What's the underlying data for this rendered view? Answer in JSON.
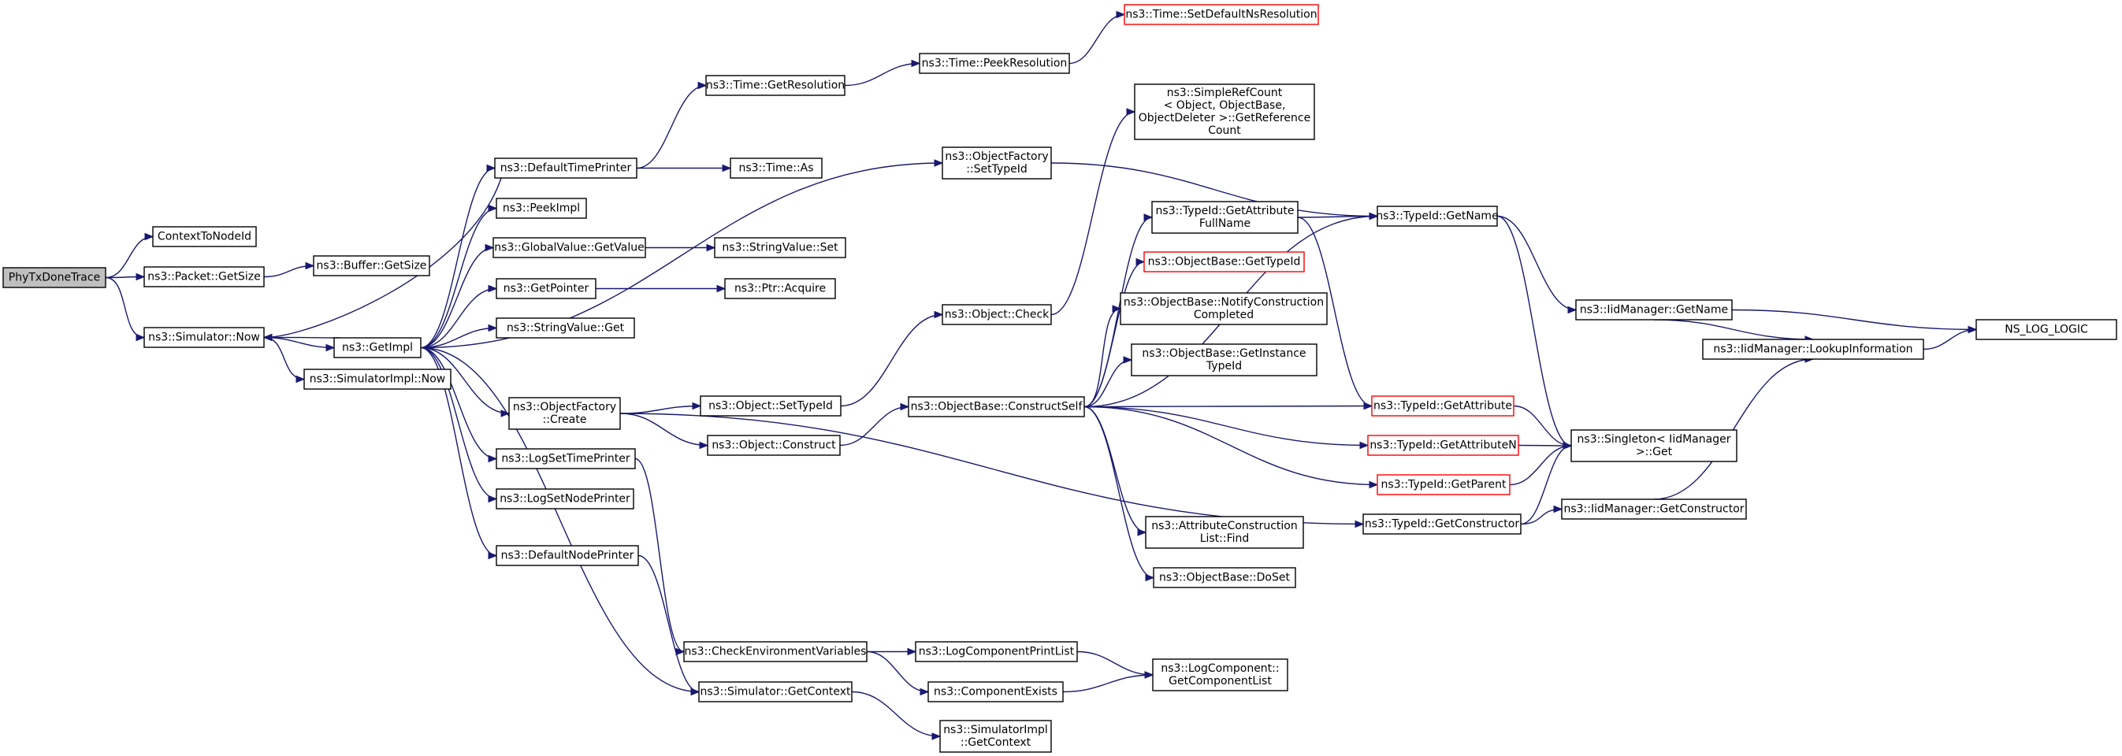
{
  "nodes": [
    {
      "id": "root",
      "lines": [
        "PhyTxDoneTrace"
      ],
      "root": true
    },
    {
      "id": "ctx",
      "lines": [
        "ContextToNodeId"
      ]
    },
    {
      "id": "pktsize",
      "lines": [
        "ns3::Packet::GetSize"
      ]
    },
    {
      "id": "bufsize",
      "lines": [
        "ns3::Buffer::GetSize"
      ]
    },
    {
      "id": "simnow",
      "lines": [
        "ns3::Simulator::Now"
      ]
    },
    {
      "id": "getimpl",
      "lines": [
        "ns3::GetImpl"
      ]
    },
    {
      "id": "simimplnow",
      "lines": [
        "ns3::SimulatorImpl::Now"
      ]
    },
    {
      "id": "deftime",
      "lines": [
        "ns3::DefaultTimePrinter"
      ]
    },
    {
      "id": "peekimpl",
      "lines": [
        "ns3::PeekImpl"
      ]
    },
    {
      "id": "gvget",
      "lines": [
        "ns3::GlobalValue::GetValue"
      ]
    },
    {
      "id": "getptr",
      "lines": [
        "ns3::GetPointer"
      ]
    },
    {
      "id": "svget",
      "lines": [
        "ns3::StringValue::Get"
      ]
    },
    {
      "id": "ofcreate",
      "lines": [
        "ns3::ObjectFactory",
        "::Create"
      ]
    },
    {
      "id": "logsettime",
      "lines": [
        "ns3::LogSetTimePrinter"
      ]
    },
    {
      "id": "logsetnode",
      "lines": [
        "ns3::LogSetNodePrinter"
      ]
    },
    {
      "id": "defnode",
      "lines": [
        "ns3::DefaultNodePrinter"
      ]
    },
    {
      "id": "checkenv",
      "lines": [
        "ns3::CheckEnvironmentVariables"
      ]
    },
    {
      "id": "simgetctx",
      "lines": [
        "ns3::Simulator::GetContext"
      ]
    },
    {
      "id": "timegetres",
      "lines": [
        "ns3::Time::GetResolution"
      ]
    },
    {
      "id": "timeas",
      "lines": [
        "ns3::Time::As"
      ]
    },
    {
      "id": "svset",
      "lines": [
        "ns3::StringValue::Set"
      ]
    },
    {
      "id": "ptracq",
      "lines": [
        "ns3::Ptr::Acquire"
      ]
    },
    {
      "id": "objsettid",
      "lines": [
        "ns3::Object::SetTypeId"
      ]
    },
    {
      "id": "objconstruct",
      "lines": [
        "ns3::Object::Construct"
      ]
    },
    {
      "id": "timepeek",
      "lines": [
        "ns3::Time::PeekResolution"
      ]
    },
    {
      "id": "timesetdef",
      "lines": [
        "ns3::Time::SetDefaultNsResolution"
      ],
      "red": true
    },
    {
      "id": "ofsettid",
      "lines": [
        "ns3::ObjectFactory",
        "::SetTypeId"
      ]
    },
    {
      "id": "objcheck",
      "lines": [
        "ns3::Object::Check"
      ]
    },
    {
      "id": "obconstructself",
      "lines": [
        "ns3::ObjectBase::ConstructSelf"
      ]
    },
    {
      "id": "logcomplist",
      "lines": [
        "ns3::LogComponentPrintList"
      ]
    },
    {
      "id": "compexists",
      "lines": [
        "ns3::ComponentExists"
      ]
    },
    {
      "id": "simimplctx",
      "lines": [
        "ns3::SimulatorImpl",
        "::GetContext"
      ]
    },
    {
      "id": "refcount",
      "lines": [
        "ns3::SimpleRefCount",
        "< Object, ObjectBase,",
        "ObjectDeleter >::GetReference",
        "Count"
      ]
    },
    {
      "id": "tidgetattrfull",
      "lines": [
        "ns3::TypeId::GetAttribute",
        "FullName"
      ]
    },
    {
      "id": "obgettid",
      "lines": [
        "ns3::ObjectBase::GetTypeId"
      ],
      "red": true
    },
    {
      "id": "obnotify",
      "lines": [
        "ns3::ObjectBase::NotifyConstruction",
        "Completed"
      ]
    },
    {
      "id": "obgetinst",
      "lines": [
        "ns3::ObjectBase::GetInstance",
        "TypeId"
      ]
    },
    {
      "id": "acfind",
      "lines": [
        "ns3::AttributeConstruction",
        "List::Find"
      ]
    },
    {
      "id": "obdoset",
      "lines": [
        "ns3::ObjectBase::DoSet"
      ]
    },
    {
      "id": "lcgetlist",
      "lines": [
        "ns3::LogComponent::",
        "GetComponentList"
      ]
    },
    {
      "id": "tidgetname",
      "lines": [
        "ns3::TypeId::GetName"
      ]
    },
    {
      "id": "tidgetattr",
      "lines": [
        "ns3::TypeId::GetAttribute"
      ],
      "red": true
    },
    {
      "id": "tidgetattrn",
      "lines": [
        "ns3::TypeId::GetAttributeN"
      ],
      "red": true
    },
    {
      "id": "tidgetparent",
      "lines": [
        "ns3::TypeId::GetParent"
      ],
      "red": true
    },
    {
      "id": "tidgetctor",
      "lines": [
        "ns3::TypeId::GetConstructor"
      ]
    },
    {
      "id": "iidgetname",
      "lines": [
        "ns3::IidManager::GetName"
      ]
    },
    {
      "id": "iidlookup",
      "lines": [
        "ns3::IidManager::LookupInformation"
      ]
    },
    {
      "id": "singleton",
      "lines": [
        "ns3::Singleton< IidManager",
        ">::Get"
      ]
    },
    {
      "id": "iidgetctor",
      "lines": [
        "ns3::IidManager::GetConstructor"
      ]
    },
    {
      "id": "nslog",
      "lines": [
        "NS_LOG_LOGIC"
      ]
    }
  ]
}
